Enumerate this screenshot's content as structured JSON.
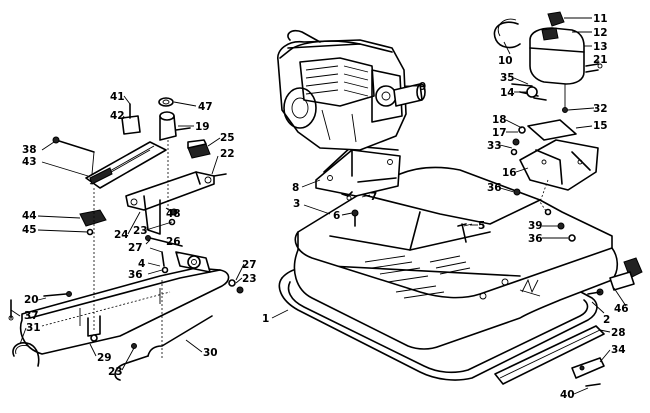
{
  "callouts": [
    {
      "id": "c1",
      "text": "1"
    },
    {
      "id": "c2",
      "text": "2"
    },
    {
      "id": "c3",
      "text": "3"
    },
    {
      "id": "c4",
      "text": "4"
    },
    {
      "id": "c5",
      "text": "5"
    },
    {
      "id": "c6",
      "text": "6"
    },
    {
      "id": "c7",
      "text": "7"
    },
    {
      "id": "c8",
      "text": "8"
    },
    {
      "id": "c9",
      "text": "9"
    },
    {
      "id": "c10",
      "text": "10"
    },
    {
      "id": "c11",
      "text": "11"
    },
    {
      "id": "c12",
      "text": "12"
    },
    {
      "id": "c13",
      "text": "13"
    },
    {
      "id": "c14",
      "text": "14"
    },
    {
      "id": "c15",
      "text": "15"
    },
    {
      "id": "c16",
      "text": "16"
    },
    {
      "id": "c17",
      "text": "17"
    },
    {
      "id": "c18",
      "text": "18"
    },
    {
      "id": "c19",
      "text": "19"
    },
    {
      "id": "c20",
      "text": "20"
    },
    {
      "id": "c21",
      "text": "21"
    },
    {
      "id": "c22",
      "text": "22"
    },
    {
      "id": "c23a",
      "text": "23"
    },
    {
      "id": "c23b",
      "text": "23"
    },
    {
      "id": "c23c",
      "text": "23"
    },
    {
      "id": "c24",
      "text": "24"
    },
    {
      "id": "c25",
      "text": "25"
    },
    {
      "id": "c26",
      "text": "26"
    },
    {
      "id": "c27a",
      "text": "27"
    },
    {
      "id": "c27b",
      "text": "27"
    },
    {
      "id": "c28",
      "text": "28"
    },
    {
      "id": "c29",
      "text": "29"
    },
    {
      "id": "c30",
      "text": "30"
    },
    {
      "id": "c31",
      "text": "31"
    },
    {
      "id": "c32",
      "text": "32"
    },
    {
      "id": "c33",
      "text": "33"
    },
    {
      "id": "c34",
      "text": "34"
    },
    {
      "id": "c35",
      "text": "35"
    },
    {
      "id": "c36a",
      "text": "36"
    },
    {
      "id": "c36b",
      "text": "36"
    },
    {
      "id": "c36c",
      "text": "36"
    },
    {
      "id": "c37",
      "text": "37"
    },
    {
      "id": "c38",
      "text": "38"
    },
    {
      "id": "c39",
      "text": "39"
    },
    {
      "id": "c40",
      "text": "40"
    },
    {
      "id": "c41",
      "text": "41"
    },
    {
      "id": "c42",
      "text": "42"
    },
    {
      "id": "c43",
      "text": "43"
    },
    {
      "id": "c44",
      "text": "44"
    },
    {
      "id": "c45",
      "text": "45"
    },
    {
      "id": "c46",
      "text": "46"
    },
    {
      "id": "c47",
      "text": "47"
    },
    {
      "id": "c48",
      "text": "48"
    }
  ]
}
